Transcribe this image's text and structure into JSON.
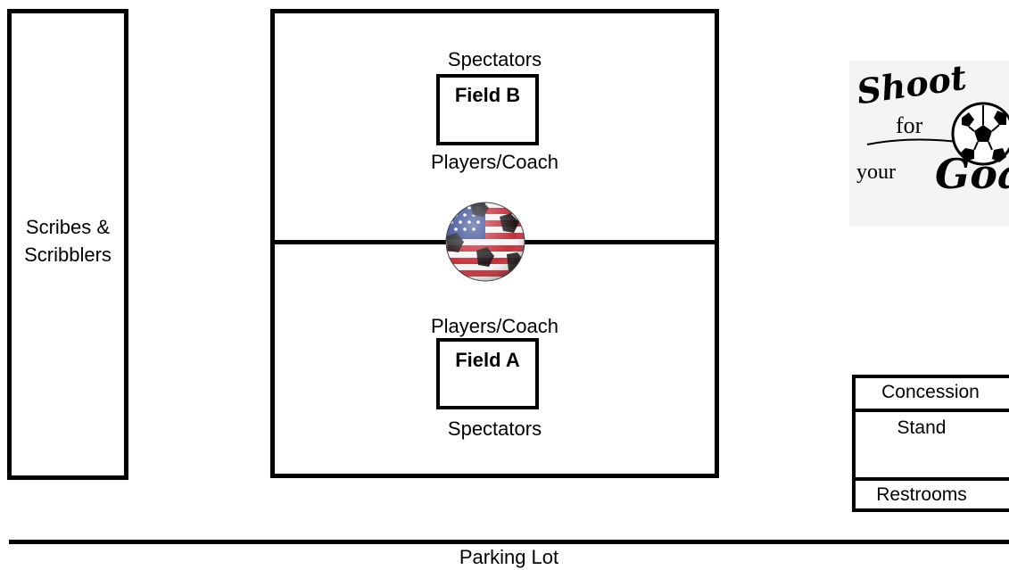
{
  "areas": {
    "scribes_line1": "Scribes &",
    "scribes_line2": "Scribblers",
    "field_b": "Field B",
    "field_a": "Field A",
    "spectators_top": "Spectators",
    "players_top": "Players/Coach",
    "players_bottom": "Players/Coach",
    "spectators_bottom": "Spectators",
    "concession": "Concession",
    "stand": "Stand",
    "restrooms": "Restrooms",
    "parking": "Parking Lot"
  },
  "logo": {
    "word1": "Shoot",
    "word2": "for",
    "word3": "your",
    "word4": "Goal"
  },
  "colors": {
    "ball_blue": "#2a3e8c",
    "ball_red": "#c4303a"
  }
}
